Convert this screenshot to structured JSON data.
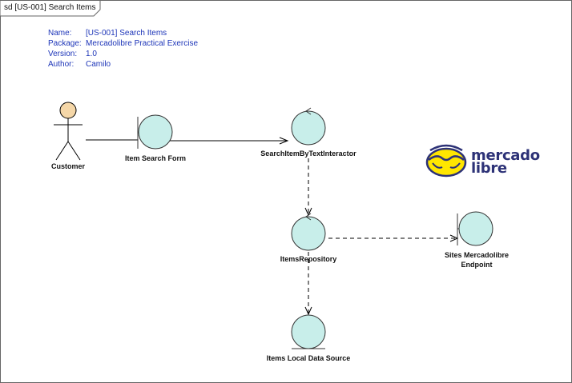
{
  "diagram": {
    "frame_title": "sd [US-001] Search Items",
    "meta": [
      {
        "key": "Name:",
        "value": "[US-001] Search Items"
      },
      {
        "key": "Package:",
        "value": "Mercadolibre Practical Exercise"
      },
      {
        "key": "Version:",
        "value": "1.0"
      },
      {
        "key": "Author:",
        "value": "Camilo"
      }
    ],
    "actor": {
      "label": "Customer"
    },
    "nodes": {
      "form": {
        "label": "Item Search Form",
        "kind": "boundary"
      },
      "interactor": {
        "label": "SearchItemByTextInteractor",
        "kind": "control"
      },
      "repository": {
        "label": "ItemsRepository",
        "kind": "control"
      },
      "endpoint": {
        "label_line1": "Sites Mercadolibre",
        "label_line2": "Endpoint",
        "kind": "boundary"
      },
      "datasource": {
        "label": "Items Local Data Source",
        "kind": "entity"
      }
    },
    "logo": {
      "line1": "mercado",
      "line2": "libre"
    },
    "colors": {
      "node_fill": "#c8eeea",
      "node_stroke": "#333333",
      "actor_head": "#f5d7a8",
      "meta_text": "#1d35b8",
      "logo_yellow": "#ffe600",
      "logo_navy": "#2d3277"
    }
  }
}
